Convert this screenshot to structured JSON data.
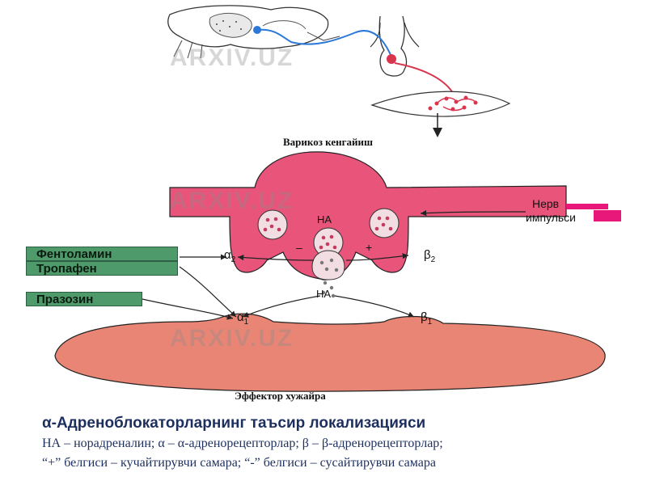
{
  "watermark": "ARXIV.UZ",
  "labels": {
    "top_junction": "Варикоз кенгайиш",
    "nerve_impulse_line1": "Нерв",
    "nerve_impulse_line2": "импульси",
    "na_top": "НА",
    "na_bottom": "НА",
    "minus": "–",
    "plus": "+",
    "alpha2": "α",
    "alpha2_sub": "2",
    "beta2": "β",
    "beta2_sub": "2",
    "alpha1": "α",
    "alpha1_sub": "1",
    "beta1": "β",
    "beta1_sub": "1",
    "effector": "Эффектор хужайра"
  },
  "drug_boxes": {
    "box1": "Фентоламин",
    "box2": "Тропафен",
    "box3": "Празозин"
  },
  "caption": {
    "title": "α-Адреноблокаторларнинг таъсир локализацияси",
    "line1": "НА – норадреналин; α – α-адренорецепторлар; β – β-адренорецепторлар;",
    "line2": "“+” белгиси – кучайтирувчи самара; “-” белгиси – сусайтирувчи самара"
  },
  "colors": {
    "terminal": "#e8547a",
    "effector": "#e98575",
    "vesicle": "#f2dde3",
    "box": "#4f9a6a",
    "nerve_red": "#d9364e",
    "nerve_blue": "#2b78d8"
  }
}
